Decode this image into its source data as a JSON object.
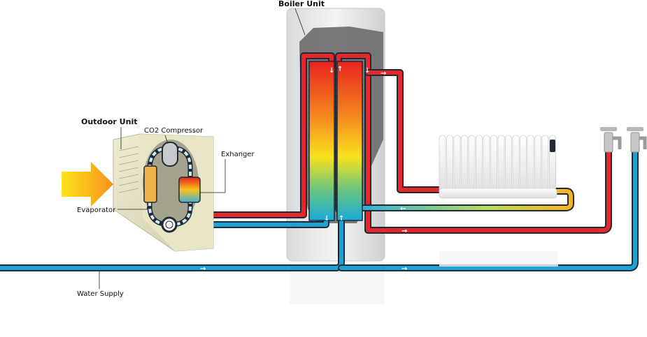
{
  "labels": {
    "boiler_unit": "Boiler Unit",
    "outdoor_unit": "Outdoor Unit",
    "co2_compressor": "CO2 Compressor",
    "exchanger": "Exhanger",
    "evaporator": "Evaporator",
    "water_supply": "Water Supply"
  },
  "colors": {
    "hot_pipe": "#e5262a",
    "cold_pipe": "#1aa3d3",
    "pipe_outline": "#1f2a36",
    "airflow_arrow": "#f7a21b"
  },
  "flow_arrows": [
    "→",
    "→",
    "→",
    "→",
    "←",
    "↓",
    "↑",
    "↓",
    "↓",
    "↑"
  ]
}
